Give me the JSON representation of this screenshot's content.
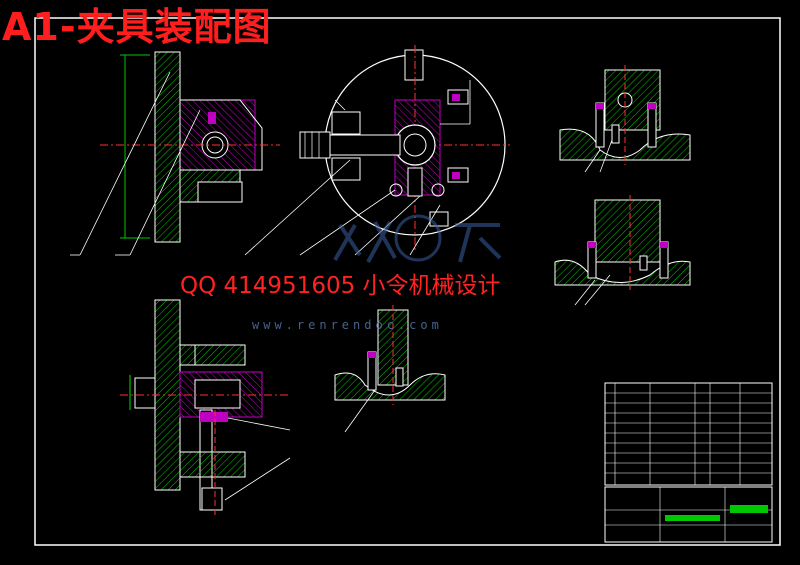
{
  "title": "A1-夹具装配图",
  "overlay_text": "QQ 414951605 小令机械设计",
  "watermark_url": "www.renrendoc.com",
  "colors": {
    "background": "#000000",
    "frame": "#ffffff",
    "part_outline": "#ffffff",
    "hatch": "#00c800",
    "magenta_part": "#c000c0",
    "center_line": "#ff3030",
    "dimension": "#00e000",
    "leader": "#ffffff",
    "title_text": "#ff1e1e",
    "watermark": "#3a5fa0"
  }
}
